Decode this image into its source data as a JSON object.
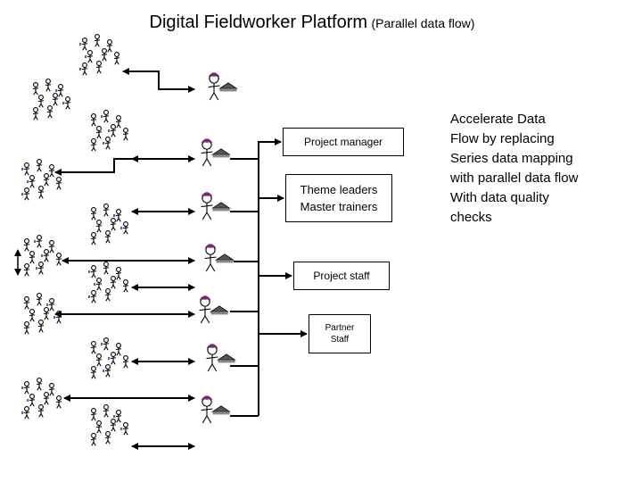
{
  "title": {
    "main": "Digital Fieldworker Platform",
    "sub": "(Parallel data flow)"
  },
  "boxes": {
    "project_manager": "Project manager",
    "theme_leaders": "Theme leaders",
    "master_trainers": "Master trainers",
    "project_staff": "Project staff",
    "partner": "Partner",
    "staff": "Staff"
  },
  "side_text": [
    "Accelerate Data",
    "Flow by replacing",
    "Series data mapping",
    "with parallel data flow",
    "With data quality",
    "checks"
  ],
  "colors": {
    "hat": "#7a2a6e",
    "laptop": "#555555",
    "tablet": "#4a6fa5",
    "line": "#000000"
  }
}
